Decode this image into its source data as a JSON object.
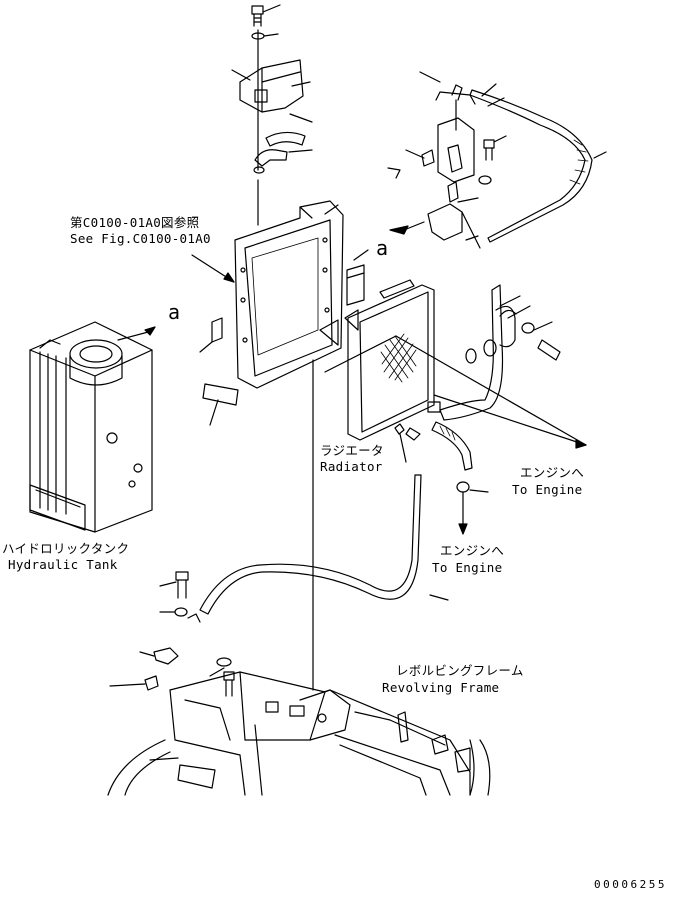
{
  "labels": {
    "ref_jp": "第C0100-01A0図参照",
    "ref_en": "See Fig.C0100-01A0",
    "radiator_jp": "ラジエータ",
    "radiator_en": "Radiator",
    "engine1_jp": "エンジンへ",
    "engine1_en": "To Engine",
    "engine2_jp": "エンジンへ",
    "engine2_en": "To Engine",
    "tank_jp": "ハイドロリックタンク",
    "tank_en": "Hydraulic Tank",
    "frame_jp": "レボルビングフレーム",
    "frame_en": "Revolving Frame",
    "callout_a": "a",
    "doc_number": "00006255"
  }
}
